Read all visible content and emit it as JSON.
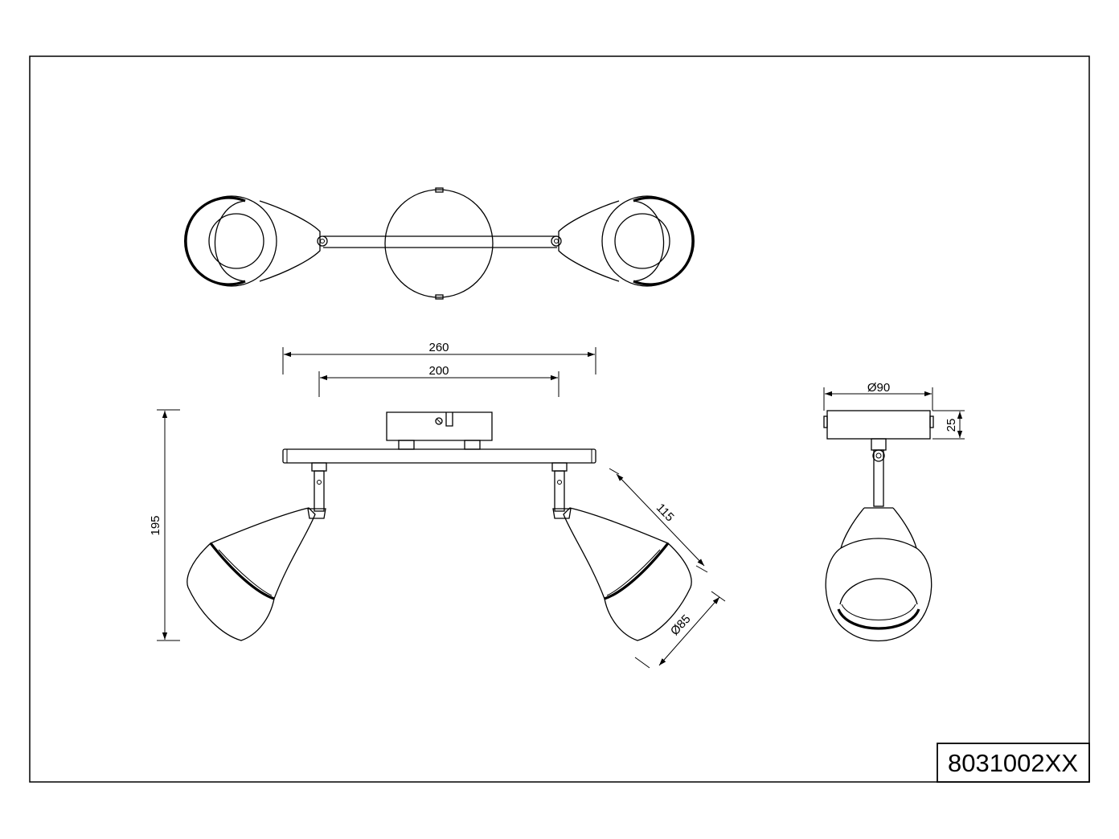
{
  "dimensions": {
    "overall_width": "260",
    "mount_spacing": "200",
    "height": "195",
    "arm_length": "115",
    "shade_diameter": "Ø85",
    "base_diameter": "Ø90",
    "base_depth": "25"
  },
  "title_block": {
    "model_number": "8031002XX"
  }
}
